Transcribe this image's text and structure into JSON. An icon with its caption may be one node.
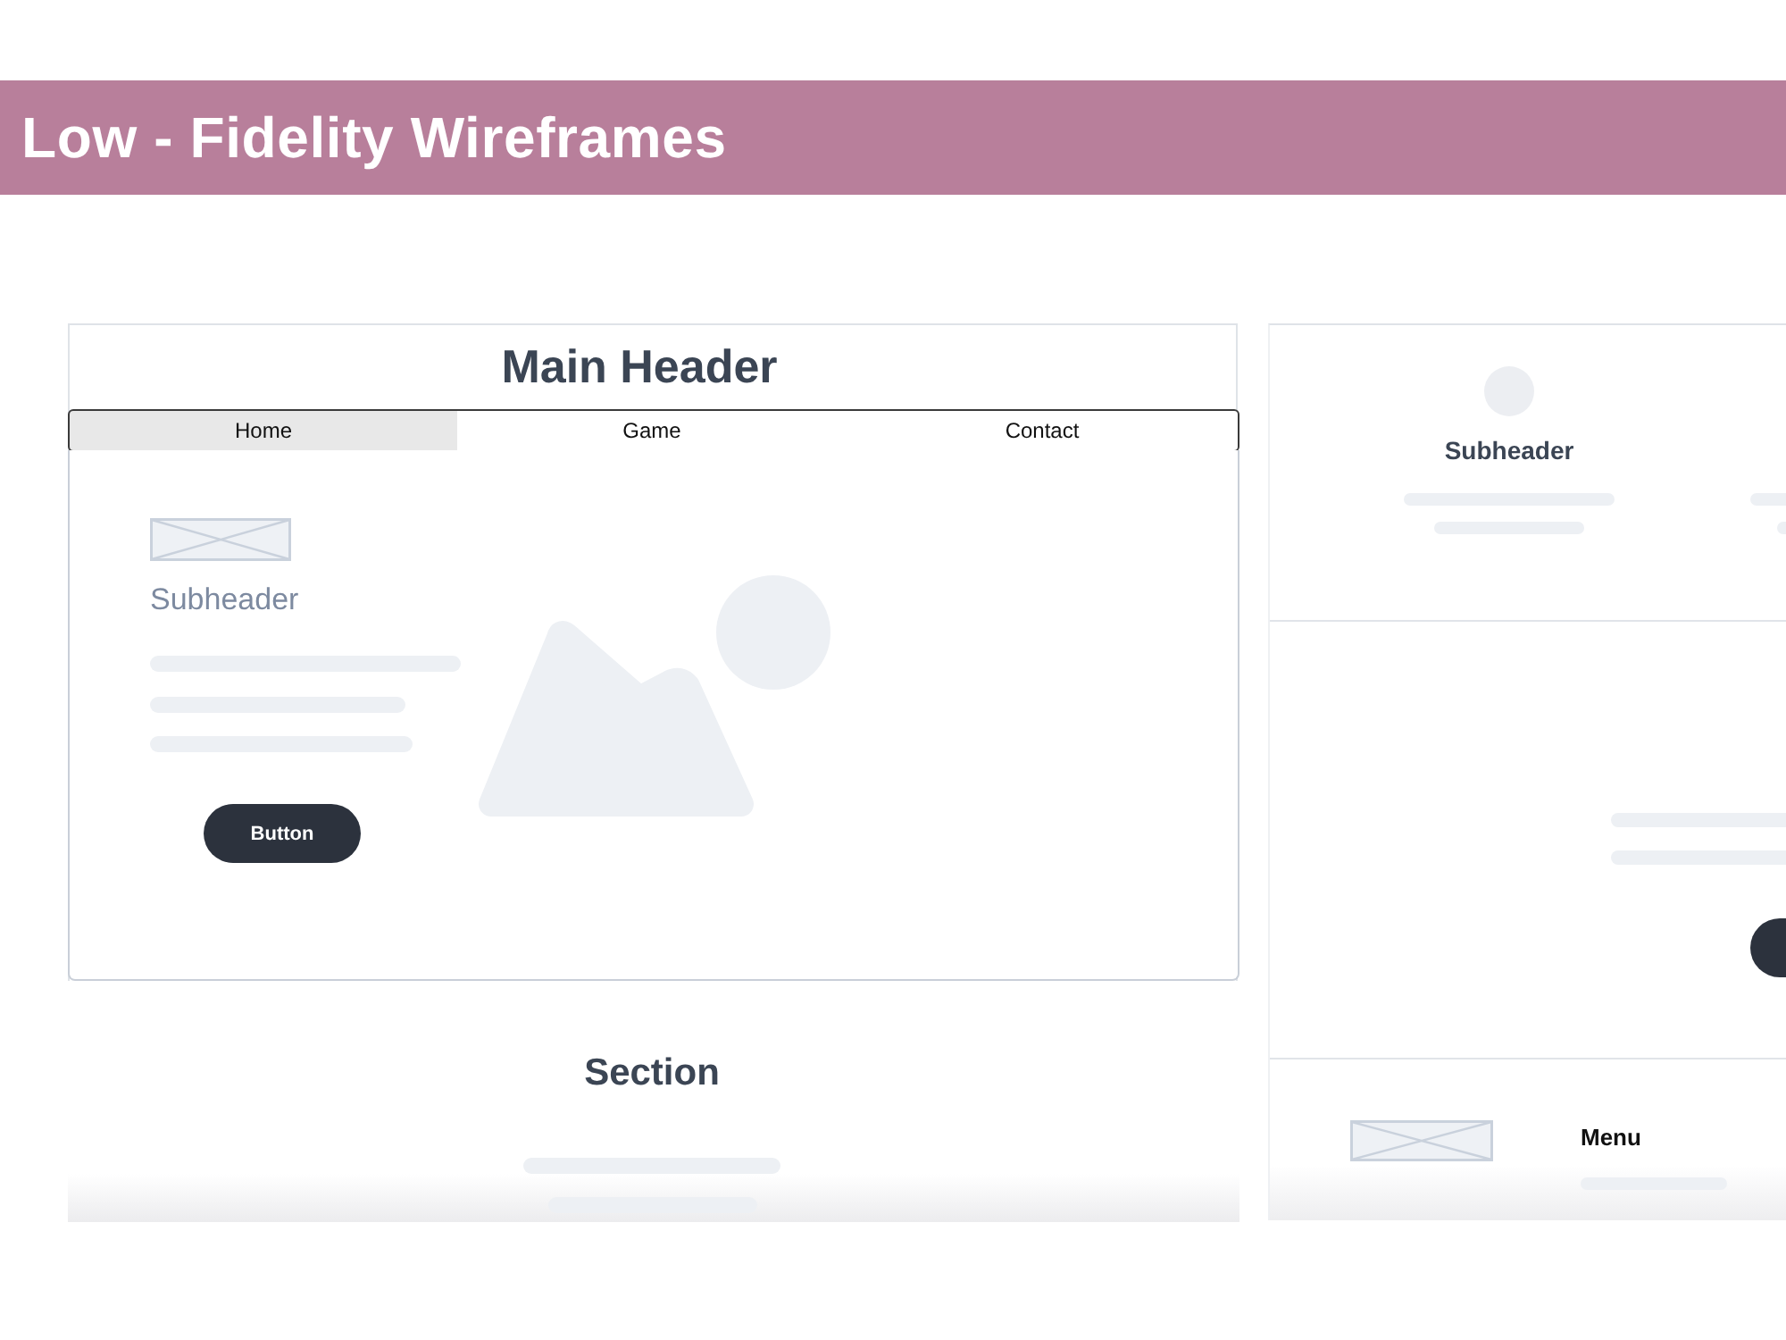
{
  "diagram": {
    "title": "Low - Fidelity Wireframes",
    "nodes": [
      {
        "text": [
          "Main Header"
        ]
      },
      {
        "text": [
          "Home"
        ],
        "in": 0
      },
      {
        "text": [
          "Game"
        ],
        "in": 0
      },
      {
        "text": [
          "Contact"
        ],
        "in": 0
      },
      {
        "text": [
          "Subheader"
        ],
        "in": 0
      },
      {
        "text": [
          "Button"
        ],
        "in": 4
      },
      {
        "text": [
          "Section"
        ],
        "in": 0
      },
      {
        "text": [],
        "shape": "box"
      },
      {
        "text": [
          "Subheader"
        ],
        "in": 7
      },
      {
        "text": [
          "Menu"
        ],
        "in": 7
      }
    ]
  }
}
